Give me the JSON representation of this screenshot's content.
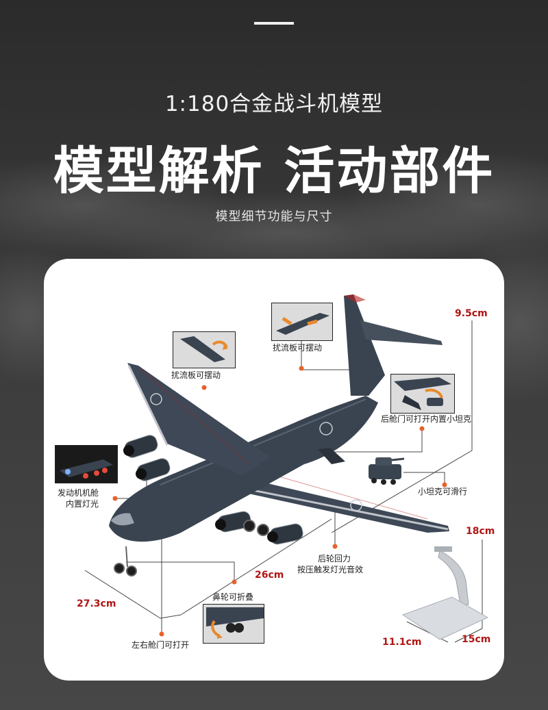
{
  "header": {
    "title_small": "1:180合金战斗机模型",
    "headline": "模型解析 活动部件",
    "tagline": "模型细节功能与尺寸"
  },
  "callouts": {
    "spoiler_left": "扰流板可摆动",
    "spoiler_right": "扰流板可摆动",
    "rear_hatch": "后舱门可打开内置小坦克",
    "engine_light_line1": "发动机机舱",
    "engine_light_line2": "内置灯光",
    "tank_slide": "小坦克可滑行",
    "rear_wheel_line1": "后轮回力",
    "rear_wheel_line2": "按压触发灯光音效",
    "nose_wheel": "鼻轮可折叠",
    "side_doors": "左右舱门可打开"
  },
  "dimensions": {
    "height": "9.5cm",
    "wingspan": "26cm",
    "length": "27.3cm",
    "stand_height": "18cm",
    "stand_width": "11.1cm",
    "stand_depth": "15cm"
  },
  "colors": {
    "accent_dot": "#e8612c",
    "dimension_text": "#b01515",
    "aircraft_body": "#3a4451",
    "card_bg": "#ffffff"
  }
}
